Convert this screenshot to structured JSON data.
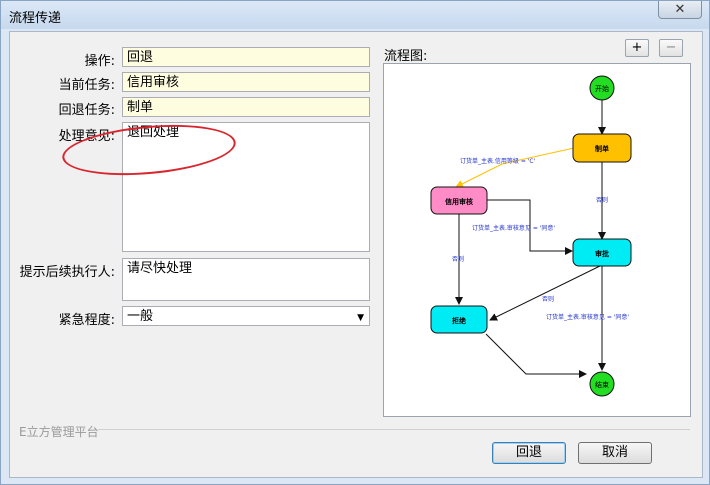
{
  "window": {
    "title": "流程传递",
    "close_symbol": "✕"
  },
  "form": {
    "operation": {
      "label": "操作:",
      "value": "回退"
    },
    "current_task": {
      "label": "当前任务:",
      "value": "信用审核"
    },
    "rollback_task": {
      "label": "回退任务:",
      "value": "制单"
    },
    "opinion": {
      "label": "处理意见:",
      "value": "退回处理"
    },
    "next_hint": {
      "label": "提示后续执行人:",
      "value": "请尽快处理"
    },
    "urgency": {
      "label": "紧急程度:",
      "value": "一般"
    }
  },
  "flow": {
    "label": "流程图:",
    "zoom_in": "+",
    "zoom_out": "−",
    "nodes": {
      "start": "开始",
      "make": "制单",
      "credit": "信用审核",
      "approve": "审批",
      "reject": "拒绝",
      "end": "结束"
    },
    "edges": {
      "e1": "订货单_主表.信用等级 = 'C'",
      "e2": "否则",
      "e3": "订货单_主表.审核意见 = '同意'",
      "e4": "否则",
      "e5": "否则",
      "e6": "订货单_主表.审核意见 = '同意'"
    },
    "colors": {
      "start": "#22dd22",
      "make": "#ffc000",
      "credit": "#ff8cc6",
      "approve": "#00ecf4",
      "reject": "#00ecf4",
      "end": "#22dd22",
      "highlight_edge": "#ffc000",
      "label_text": "#2233cc"
    }
  },
  "footer": {
    "platform_label": "E立方管理平台",
    "ok_label": "回退",
    "cancel_label": "取消"
  }
}
